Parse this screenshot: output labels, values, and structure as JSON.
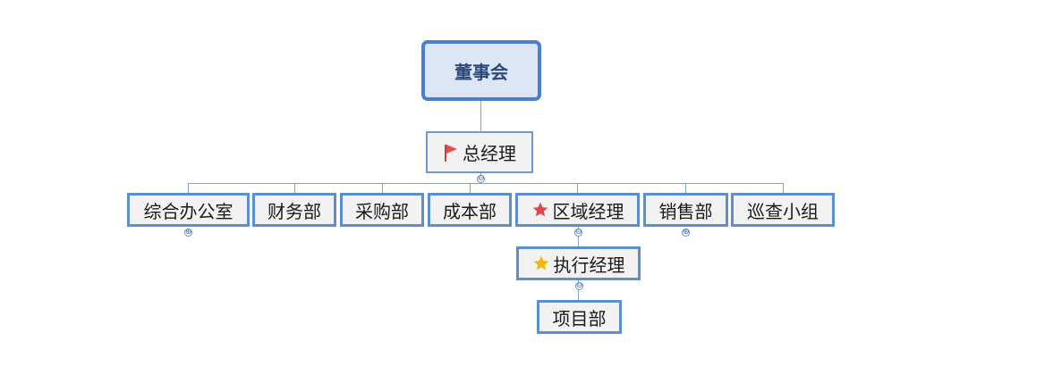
{
  "nodes": {
    "board": "董事会",
    "general_manager": "总经理",
    "general_office": "综合办公室",
    "finance": "财务部",
    "purchasing": "采购部",
    "cost": "成本部",
    "regional_manager": "区域经理",
    "sales": "销售部",
    "inspection_team": "巡查小组",
    "executive_manager": "执行经理",
    "project_dept": "项目部"
  },
  "icons": {
    "general_manager": "flag-icon",
    "regional_manager": "star-icon",
    "executive_manager": "star-icon"
  },
  "colors": {
    "border": "#5b8fcf",
    "root_fill": "#dce6f4",
    "flag": "#e05050",
    "star_red": "#e04848",
    "star_gold": "#f5b800"
  },
  "toggles": {
    "collapse": "⊖",
    "expand": "⊕"
  }
}
